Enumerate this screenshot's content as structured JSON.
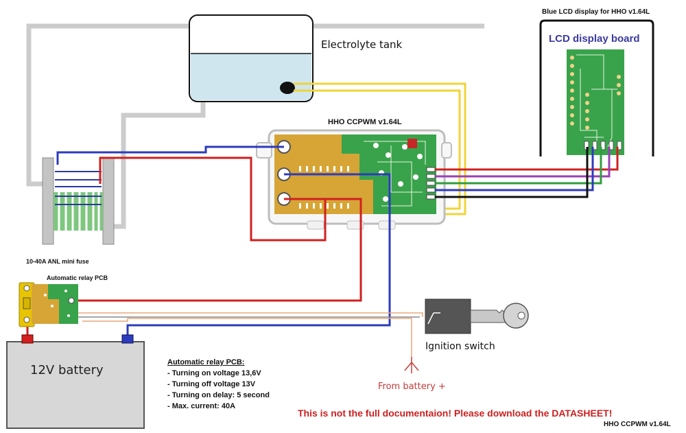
{
  "colors": {
    "tube": "#cccccc",
    "water": "#cfe6ef",
    "pcb_yellow": "#d6a536",
    "pcb_green": "#39a34b",
    "wire_red": "#d21f1f",
    "wire_blue": "#2c3bbd",
    "wire_green": "#2f9e3f",
    "wire_purple": "#9a3fb6",
    "wire_black": "#111111",
    "wire_yellow": "#f0d437",
    "warning_text": "#cc1f1f",
    "lcd_title": "#3a3aa0",
    "from_battery_text": "#c43a3a"
  },
  "labels": {
    "electrolyte_tank": "Electrolyte tank",
    "pwm_board": "HHO CCPWM v1.64L",
    "lcd_caption": "Blue LCD display for HHO v1.64L",
    "lcd_board": "LCD display board",
    "fuse": "10-40A ANL mini fuse",
    "relay_pcb": "Automatic relay PCB",
    "battery": "12V battery",
    "ignition_switch": "Ignition switch",
    "from_battery": "From battery +",
    "warning": "This is not the full documentaion! Please download the DATASHEET!",
    "footer_model": "HHO CCPWM v1.64L"
  },
  "relay_specs": {
    "title": "Automatic relay PCB:",
    "lines": [
      "- Turning on voltage 13,6V",
      "- Turning off voltage 13V",
      "- Turning on delay: 5 second",
      "- Max. current: 40A"
    ]
  },
  "icons": {
    "tank": "tank-shape",
    "cell": "hho-cell-icon",
    "key": "key-icon",
    "switch": "ignition-switch-icon",
    "ground": "battery-plus-arrow-icon"
  }
}
